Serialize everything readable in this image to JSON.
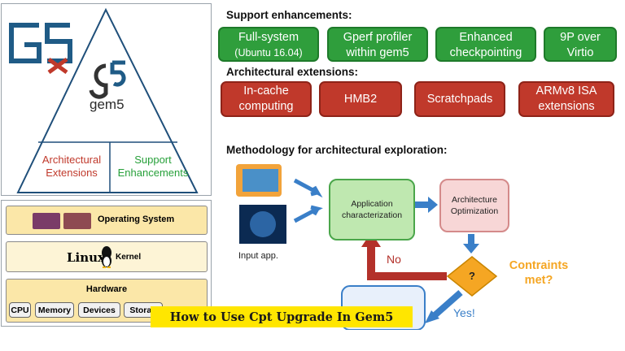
{
  "left_panel": {
    "logo_text": "gem5",
    "triangle_left": [
      "Architectural",
      "Extensions"
    ],
    "triangle_right": [
      "Support",
      "Enhancements"
    ],
    "colors": {
      "left": "#c0392b",
      "right": "#27a03a",
      "logo": "#1f5b86"
    }
  },
  "stack": {
    "os_label": "Operating System",
    "kernel_label": "Kernel",
    "linux_text": "Linux",
    "hardware_label": "Hardware",
    "hw_items": [
      "CPU",
      "Memory",
      "Devices",
      "Storag"
    ]
  },
  "support": {
    "title": "Support enhancements:",
    "buttons": [
      [
        "Full-system",
        "(Ubuntu 16.04)"
      ],
      [
        "Gperf profiler",
        "within gem5"
      ],
      [
        "Enhanced",
        "checkpointing"
      ],
      [
        "9P over",
        "Virtio"
      ]
    ]
  },
  "arch": {
    "title": "Architectural extensions:",
    "buttons": [
      [
        "In-cache",
        "computing"
      ],
      [
        "HMB2"
      ],
      [
        "Scratchpads"
      ],
      [
        "ARMv8 ISA",
        "extensions"
      ]
    ]
  },
  "method": {
    "title": "Methodology for architectural exploration:",
    "input_label": "Input app.",
    "app_char": [
      "Application",
      "characterization"
    ],
    "arch_opt": [
      "Architecture",
      "Optimization"
    ],
    "decision_symbol": "?",
    "constraints": [
      "Contraints",
      "met?"
    ],
    "no_label": "No",
    "yes_label": "Yes!"
  },
  "caption": "How to Use Cpt Upgrade In Gem5",
  "colors": {
    "green": "#2f9e3c",
    "red": "#c0392b",
    "orange": "#f5a623",
    "flow_blue": "#3a7fc8"
  }
}
